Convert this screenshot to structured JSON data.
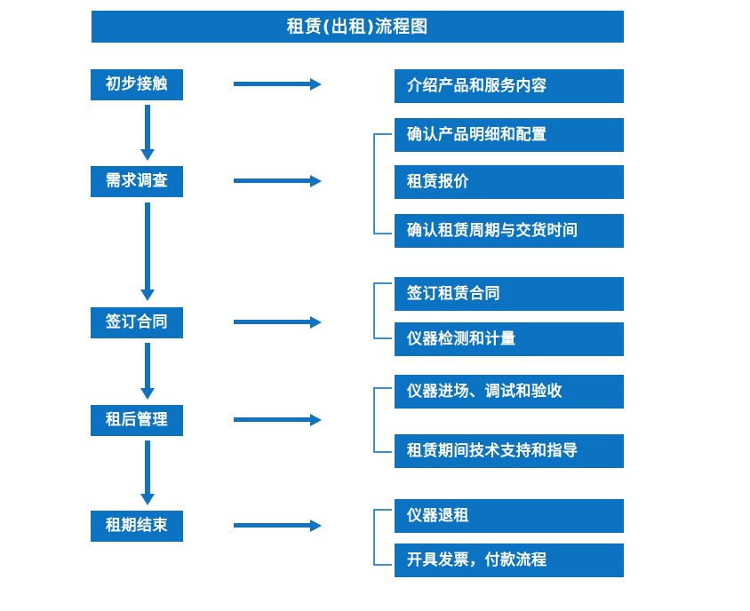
{
  "header": {
    "title": "租赁(出租)流程图"
  },
  "theme": {
    "primary": "#0B73C1",
    "arrow": "#1072C0",
    "bracket": "#3C8FCB",
    "text_on_primary": "#FFFFFF",
    "background": "#FFFFFF"
  },
  "stages": [
    {
      "label": "初步接触"
    },
    {
      "label": "需求调查"
    },
    {
      "label": "签订合同"
    },
    {
      "label": "租后管理"
    },
    {
      "label": "租期结束"
    }
  ],
  "details": [
    {
      "label": "介绍产品和服务内容"
    },
    {
      "label": "确认产品明细和配置"
    },
    {
      "label": "租赁报价"
    },
    {
      "label": "确认租赁周期与交货时间"
    },
    {
      "label": "签订租赁合同"
    },
    {
      "label": "仪器检测和计量"
    },
    {
      "label": "仪器进场、调试和验收"
    },
    {
      "label": "租赁期间技术支持和指导"
    },
    {
      "label": "仪器退租"
    },
    {
      "label": "开具发票，付款流程"
    }
  ],
  "connectors": {
    "stage_to_detail_arrows": 5,
    "stage_flow_arrows": 4,
    "group_brackets": 4
  }
}
